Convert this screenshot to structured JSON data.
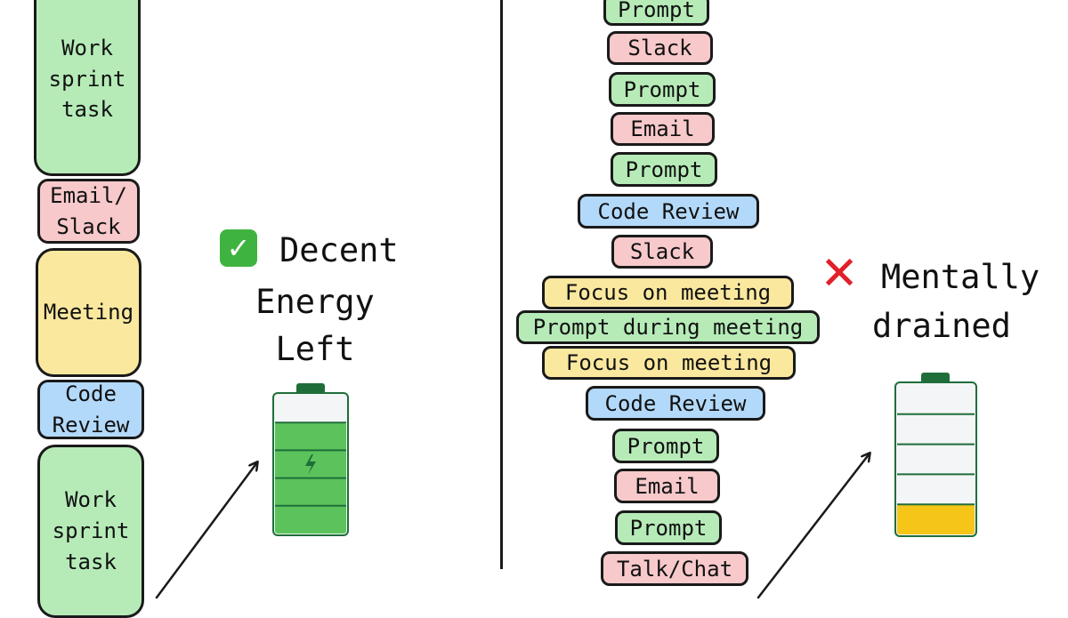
{
  "left_column": [
    {
      "label": "Work\nsprint\ntask",
      "color": "green"
    },
    {
      "label": "Email/\nSlack",
      "color": "red"
    },
    {
      "label": "Meeting",
      "color": "yellow"
    },
    {
      "label": "Code\nReview",
      "color": "blue"
    },
    {
      "label": "Work\nsprint\ntask",
      "color": "green"
    }
  ],
  "right_column": [
    {
      "label": "Prompt",
      "color": "green"
    },
    {
      "label": "Slack",
      "color": "red"
    },
    {
      "label": "Prompt",
      "color": "green"
    },
    {
      "label": "Email",
      "color": "red"
    },
    {
      "label": "Prompt",
      "color": "green"
    },
    {
      "label": "Code Review",
      "color": "blue"
    },
    {
      "label": "Slack",
      "color": "red"
    },
    {
      "label": "Focus on meeting",
      "color": "yellow"
    },
    {
      "label": "Prompt during meeting",
      "color": "green"
    },
    {
      "label": "Focus on meeting",
      "color": "yellow"
    },
    {
      "label": "Code Review",
      "color": "blue"
    },
    {
      "label": "Prompt",
      "color": "green"
    },
    {
      "label": "Email",
      "color": "red"
    },
    {
      "label": "Prompt",
      "color": "green"
    },
    {
      "label": "Talk/Chat",
      "color": "red"
    }
  ],
  "left_outcome": {
    "icon": "check-mark-icon",
    "lines": [
      "Decent",
      "Energy",
      "Left"
    ],
    "battery_level": 0.8,
    "battery_color": "#5cc35c"
  },
  "right_outcome": {
    "icon": "x-mark-icon",
    "lines": [
      "Mentally",
      "drained"
    ],
    "battery_level": 0.2,
    "battery_color": "#f5c518"
  },
  "colors": {
    "green": "#b6ebb8",
    "red": "#f7c9cb",
    "yellow": "#fae89f",
    "blue": "#b3d9fa",
    "outline": "#1a1a1a"
  }
}
